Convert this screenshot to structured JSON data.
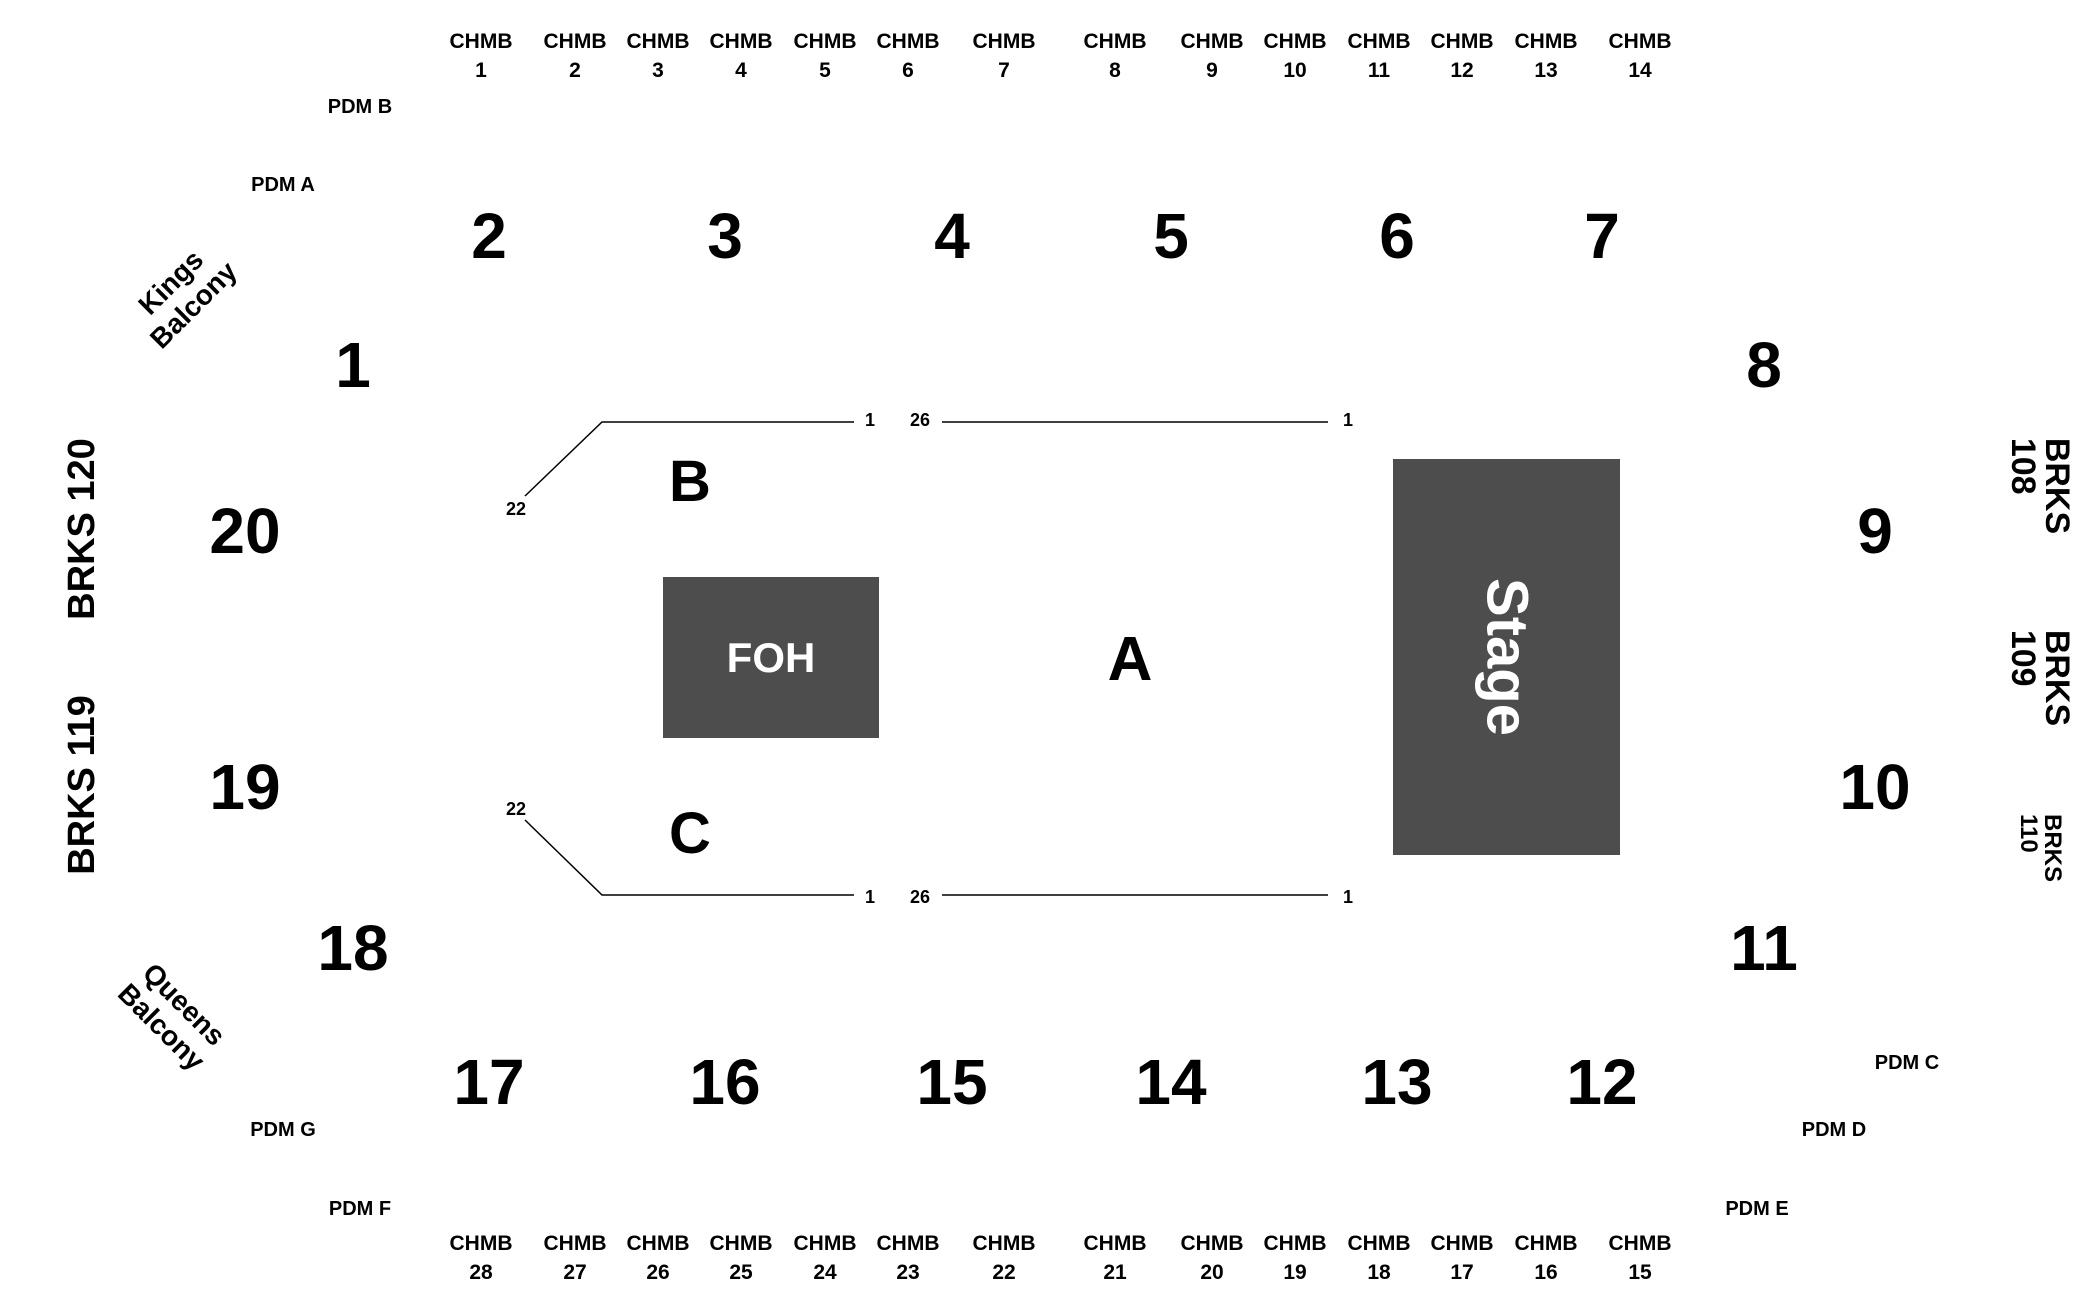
{
  "colors": {
    "background": "#ffffff",
    "text": "#000000",
    "block_fill": "#4d4d4d",
    "block_text": "#ffffff",
    "line": "#000000"
  },
  "chmb_prefix": "CHMB",
  "chmb_top": [
    "1",
    "2",
    "3",
    "4",
    "5",
    "6",
    "7",
    "8",
    "9",
    "10",
    "11",
    "12",
    "13",
    "14"
  ],
  "chmb_bottom": [
    "28",
    "27",
    "26",
    "25",
    "24",
    "23",
    "22",
    "21",
    "20",
    "19",
    "18",
    "17",
    "16",
    "15"
  ],
  "sections_top": [
    "2",
    "3",
    "4",
    "5",
    "6",
    "7"
  ],
  "sections_bottom": [
    "17",
    "16",
    "15",
    "14",
    "13",
    "12"
  ],
  "sections_sides": {
    "s1": "1",
    "s8": "8",
    "s20": "20",
    "s9": "9",
    "s19": "19",
    "s10": "10",
    "s18": "18",
    "s11": "11"
  },
  "floor": {
    "a": "A",
    "b": "B",
    "c": "C"
  },
  "floor_rows": {
    "b_end": "22",
    "b_start": "1",
    "a_top_left": "26",
    "a_top_right": "1",
    "c_end": "22",
    "c_start": "1",
    "a_bottom_left": "26",
    "a_bottom_right": "1"
  },
  "foh": "FOH",
  "stage": "Stage",
  "pdm": {
    "a": "PDM A",
    "b": "PDM B",
    "c": "PDM C",
    "d": "PDM D",
    "e": "PDM E",
    "f": "PDM F",
    "g": "PDM G"
  },
  "brks": {
    "b120": "BRKS 120",
    "b119": "BRKS 119",
    "b108": "BRKS 108",
    "b109": "BRKS 109",
    "b110": "BRKS 110"
  },
  "balconies": {
    "kings": [
      "Kings",
      "Balcony"
    ],
    "queens": [
      "Queens",
      "Balcony"
    ]
  }
}
